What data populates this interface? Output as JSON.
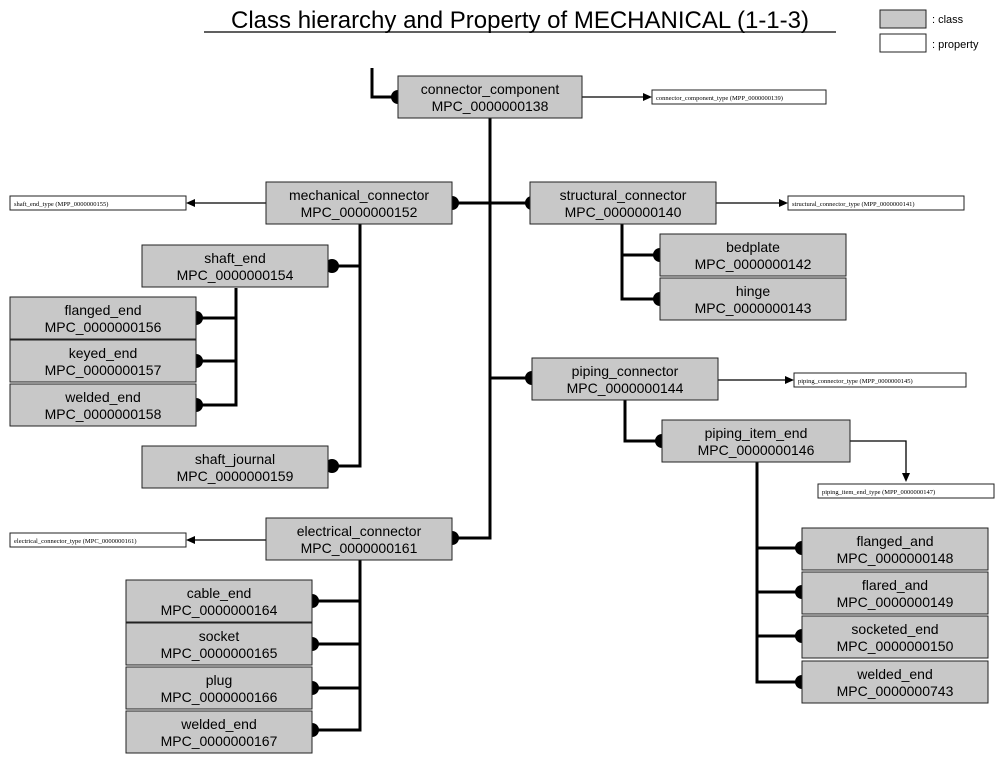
{
  "title": "Class hierarchy and Property of MECHANICAL (1-1-3)",
  "legend": {
    "class_label": ": class",
    "property_label": ": property"
  },
  "classes": [
    {
      "id": "c138",
      "name": "connector_component",
      "code": "MPC_0000000138"
    },
    {
      "id": "c152",
      "name": "mechanical_connector",
      "code": "MPC_0000000152"
    },
    {
      "id": "c140",
      "name": "structural_connector",
      "code": "MPC_0000000140"
    },
    {
      "id": "c142",
      "name": "bedplate",
      "code": "MPC_0000000142"
    },
    {
      "id": "c143",
      "name": "hinge",
      "code": "MPC_0000000143"
    },
    {
      "id": "c154",
      "name": "shaft_end",
      "code": "MPC_0000000154"
    },
    {
      "id": "c156",
      "name": "flanged_end",
      "code": "MPC_0000000156"
    },
    {
      "id": "c157",
      "name": "keyed_end",
      "code": "MPC_0000000157"
    },
    {
      "id": "c158",
      "name": "welded_end",
      "code": "MPC_0000000158"
    },
    {
      "id": "c159",
      "name": "shaft_journal",
      "code": "MPC_0000000159"
    },
    {
      "id": "c144",
      "name": "piping_connector",
      "code": "MPC_0000000144"
    },
    {
      "id": "c146",
      "name": "piping_item_end",
      "code": "MPC_0000000146"
    },
    {
      "id": "c161",
      "name": "electrical_connector",
      "code": "MPC_0000000161"
    },
    {
      "id": "c148",
      "name": "flanged_and",
      "code": "MPC_0000000148"
    },
    {
      "id": "c149",
      "name": "flared_and",
      "code": "MPC_0000000149"
    },
    {
      "id": "c150",
      "name": "socketed_end",
      "code": "MPC_0000000150"
    },
    {
      "id": "c743",
      "name": "welded_end",
      "code": "MPC_0000000743"
    },
    {
      "id": "c164",
      "name": "cable_end",
      "code": "MPC_0000000164"
    },
    {
      "id": "c165",
      "name": "socket",
      "code": "MPC_0000000165"
    },
    {
      "id": "c166",
      "name": "plug",
      "code": "MPC_0000000166"
    },
    {
      "id": "c167",
      "name": "welded_end",
      "code": "MPC_0000000167"
    }
  ],
  "properties": [
    {
      "id": "p139",
      "label": "connector_component_type (MPP_0000000139)"
    },
    {
      "id": "p155",
      "label": "shaft_end_type (MPP_0000000155)"
    },
    {
      "id": "p141",
      "label": "structural_connector_type (MPP_0000000141)"
    },
    {
      "id": "p145",
      "label": "piping_connector_type (MPP_0000000145)"
    },
    {
      "id": "p147",
      "label": "piping_item_end_type (MPP_0000000147)"
    },
    {
      "id": "p161",
      "label": "electrical_connector_type (MPC_0000000161)"
    }
  ]
}
